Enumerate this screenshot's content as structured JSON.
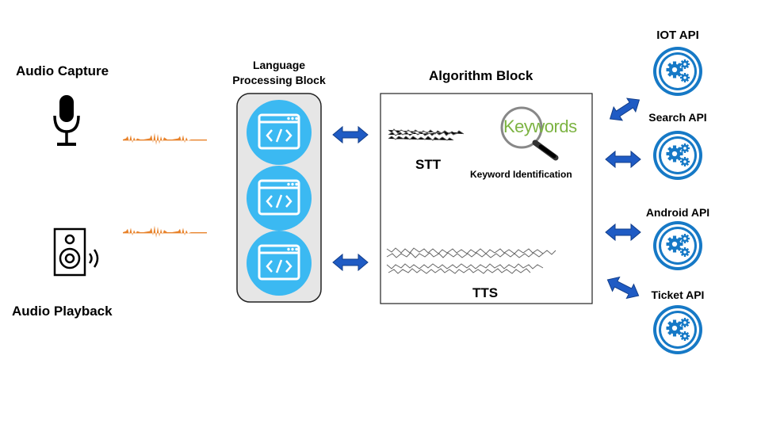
{
  "labels": {
    "audio_capture": "Audio Capture",
    "audio_playback": "Audio Playback",
    "lpb_line1": "Language",
    "lpb_line2": "Processing Block",
    "algorithm_block": "Algorithm Block",
    "stt": "STT",
    "keyword_identification": "Keyword Identification",
    "tts": "TTS",
    "keywords_logo": "Keywords"
  },
  "apis": [
    "IOT API",
    "Search API",
    "Android API",
    "Ticket API"
  ],
  "colors": {
    "waveform": "#e8822a",
    "arrow": "#1f5bc4",
    "module_circle": "#3bb9f2",
    "api_ring": "#1679c6",
    "panel_bg": "#e6e6e6",
    "keywords_green": "#7cb342"
  },
  "icons": {
    "capture": "microphone-icon",
    "playback": "speaker-icon",
    "module": "code-window-icon",
    "api": "gears-icon",
    "keywords": "magnifier-icon"
  }
}
